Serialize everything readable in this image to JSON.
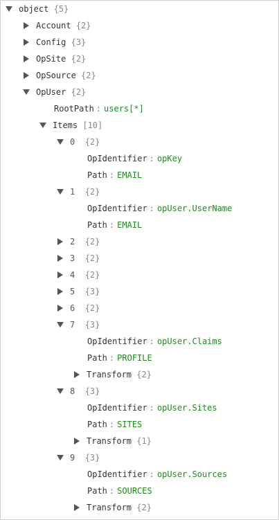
{
  "tree": {
    "root": {
      "key": "object",
      "meta": "{5}"
    },
    "account": {
      "key": "Account",
      "meta": "{2}"
    },
    "config": {
      "key": "Config",
      "meta": "{3}"
    },
    "opsite": {
      "key": "OpSite",
      "meta": "{2}"
    },
    "opsource": {
      "key": "OpSource",
      "meta": "{2}"
    },
    "opuser": {
      "key": "OpUser",
      "meta": "{2}"
    },
    "rootpath": {
      "key": "RootPath",
      "value": "users[*]"
    },
    "items": {
      "key": "Items",
      "meta": "[10]"
    },
    "entries": [
      {
        "index": "0",
        "meta": "{2}",
        "opidentifier_key": "OpIdentifier",
        "opidentifier_value": "opKey",
        "path_key": "Path",
        "path_value": "EMAIL"
      },
      {
        "index": "1",
        "meta": "{2}",
        "opidentifier_key": "OpIdentifier",
        "opidentifier_value": "opUser.UserName",
        "path_key": "Path",
        "path_value": "EMAIL"
      },
      {
        "index": "2",
        "meta": "{2}"
      },
      {
        "index": "3",
        "meta": "{2}"
      },
      {
        "index": "4",
        "meta": "{2}"
      },
      {
        "index": "5",
        "meta": "{3}"
      },
      {
        "index": "6",
        "meta": "{2}"
      },
      {
        "index": "7",
        "meta": "{3}",
        "opidentifier_key": "OpIdentifier",
        "opidentifier_value": "opUser.Claims",
        "path_key": "Path",
        "path_value": "PROFILE",
        "transform_key": "Transform",
        "transform_meta": "{2}"
      },
      {
        "index": "8",
        "meta": "{3}",
        "opidentifier_key": "OpIdentifier",
        "opidentifier_value": "opUser.Sites",
        "path_key": "Path",
        "path_value": "SITES",
        "transform_key": "Transform",
        "transform_meta": "{1}"
      },
      {
        "index": "9",
        "meta": "{3}",
        "opidentifier_key": "OpIdentifier",
        "opidentifier_value": "opUser.Sources",
        "path_key": "Path",
        "path_value": "SOURCES",
        "transform_key": "Transform",
        "transform_meta": "{2}"
      }
    ]
  },
  "icons": {
    "collapsed": "triangle-right-icon",
    "expanded": "triangle-down-icon"
  },
  "colors": {
    "value": "#1d8a1d",
    "meta": "#888888",
    "key": "#333333",
    "toggle": "#555555"
  }
}
